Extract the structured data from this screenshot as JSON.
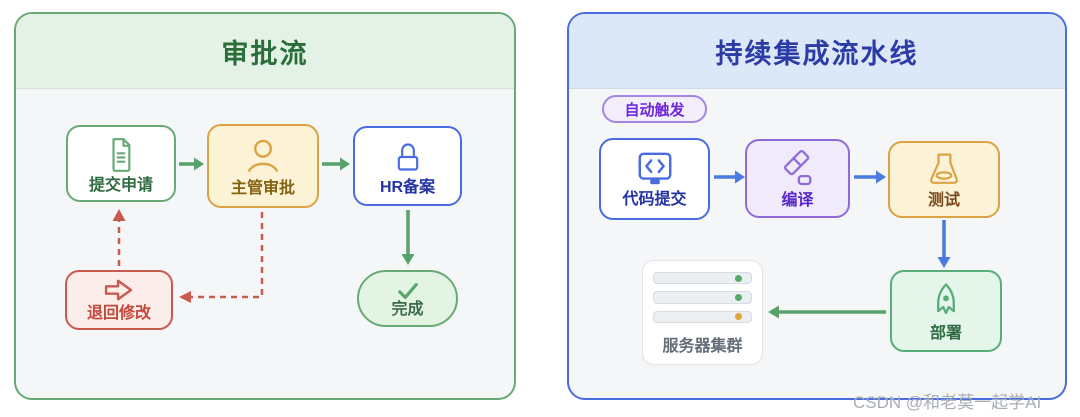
{
  "approval": {
    "title": "审批流",
    "nodes": {
      "submit": {
        "label": "提交申请"
      },
      "review": {
        "label": "主管审批"
      },
      "hr": {
        "label": "HR备案"
      },
      "reject": {
        "label": "退回修改"
      },
      "done": {
        "label": "完成"
      }
    }
  },
  "ci": {
    "title": "持续集成流水线",
    "trigger_badge": "自动触发",
    "nodes": {
      "commit": {
        "label": "代码提交"
      },
      "compile": {
        "label": "编译"
      },
      "test": {
        "label": "测试"
      },
      "deploy": {
        "label": "部署"
      },
      "server_cluster": {
        "label": "服务器集群",
        "statuses": [
          "green",
          "green",
          "orange"
        ]
      }
    }
  },
  "watermark": "CSDN @和老莫一起学AI",
  "colors": {
    "approval_accent": "#68a976",
    "ci_accent": "#4a6ce0",
    "warning_accent": "#dca345",
    "error_accent": "#c75b4e",
    "purple_accent": "#8f6bd9",
    "status_ok": "#57a86b",
    "status_warn": "#e2a43c"
  }
}
